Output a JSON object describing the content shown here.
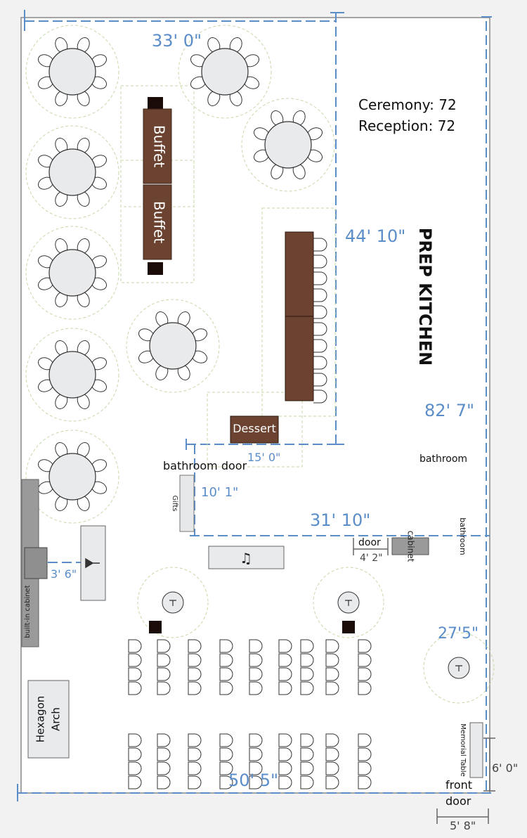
{
  "counts": {
    "ceremony": "Ceremony: 72",
    "reception": "Reception: 72"
  },
  "labels": {
    "prep_kitchen": "PREP KITCHEN",
    "buffet": "Buffet",
    "dessert": "Dessert",
    "bathroom_door": "bathroom door",
    "bathroom": "bathroom",
    "gifts": "Gifts",
    "door": "door",
    "cabinet": "cabinet",
    "built_in_cabinet": "built-in cabinet",
    "hexagon_arch_1": "Hexagon",
    "hexagon_arch_2": "Arch",
    "memorial_table": "Memorial Table",
    "front_door_1": "front",
    "front_door_2": "door",
    "music_note": "♫"
  },
  "dimensions": {
    "top_width": "33' 0\"",
    "right_height": "44' 10\"",
    "total_length": "82' 7\"",
    "stage_width": "15' 0\"",
    "gifts_height": "10' 1\"",
    "mid_width": "31' 10\"",
    "door_width": "4' 2\"",
    "cabinet_gap": "3' 6\"",
    "lower_right": "27'5\"",
    "bottom_width": "50' 5\"",
    "front_door_height": "6' 0\"",
    "front_door_width": "5' 8\""
  },
  "colors": {
    "dim": "#5b8dc8",
    "buffet": "#6b4330",
    "table": "#e8eaec",
    "guide": "#c6d9a8",
    "wall": "#888888"
  }
}
